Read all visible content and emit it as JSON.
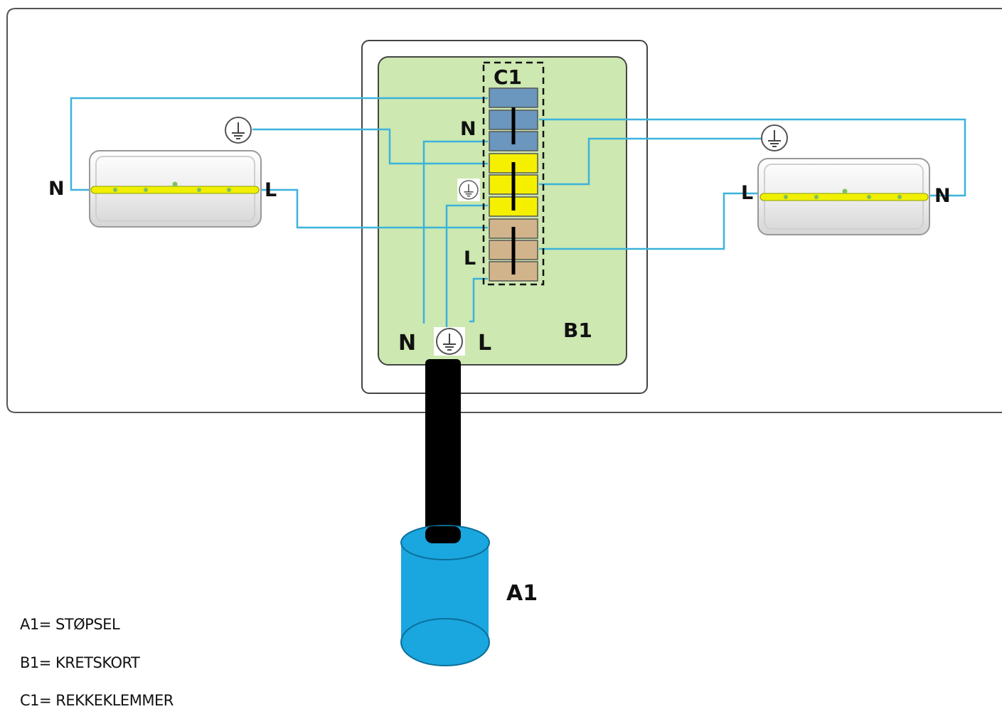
{
  "labels": {
    "left_lamp_n": "N",
    "left_lamp_l": "L",
    "right_lamp_l": "L",
    "right_lamp_n": "N",
    "terminal_group": "C1",
    "terminal_n": "N",
    "terminal_l": "L",
    "board": "B1",
    "supply_n": "N",
    "supply_l": "L",
    "plug": "A1"
  },
  "legend": [
    {
      "text": "A1= STØPSEL"
    },
    {
      "text": "B1= KRETSKORT"
    },
    {
      "text": "C1= REKKEKLEMMER"
    }
  ],
  "colors": {
    "wire": "#3bb3dc",
    "board_fill": "#cde8b0",
    "neutral_terminal": "#6b96bd",
    "earth_terminal": "#f5f000",
    "live_terminal": "#d2b48c",
    "tube": "#f0f000",
    "plug": "#1aa6df",
    "cable": "#000000"
  },
  "icons": {
    "earth": "earth-ground-icon"
  }
}
